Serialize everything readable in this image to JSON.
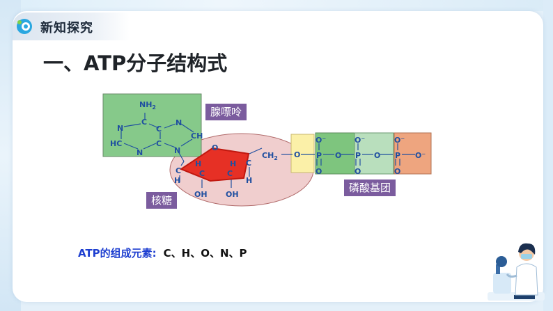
{
  "header": {
    "section_tag": "新知探究",
    "logo_icon": "brand-logo-icon"
  },
  "title": "一、ATP分子结构式",
  "labels": {
    "adenine": "腺嘌呤",
    "ribose": "核糖",
    "phosphate": "磷酸基团"
  },
  "adenine_atoms": {
    "nh2": "NH",
    "nh2_sub": "2",
    "c": "C",
    "n": "N",
    "ch": "CH",
    "hc": "HC"
  },
  "ribose_atoms": {
    "o": "O",
    "h": "H",
    "c": "C",
    "oh": "OH",
    "ch2": "CH",
    "ch2_sub": "2"
  },
  "phosphate_atoms": {
    "o": "O",
    "p": "P",
    "o_minus": "O⁻"
  },
  "elements": {
    "label": "ATP的组成元素:",
    "value": "C、H、O、N、P"
  },
  "colors": {
    "adenine_fill": "#86c98a",
    "phosphate1_fill": "#7ec57e",
    "phosphate2_fill": "#b9dfbd",
    "phosphate3_fill": "#eea57f",
    "link_fill": "#fbf0a8",
    "ribose_fill": "#f0cece",
    "ribose_ring": "#e1251b",
    "label_bg": "#7b5c9e",
    "elements_label": "#1e3fd0"
  }
}
